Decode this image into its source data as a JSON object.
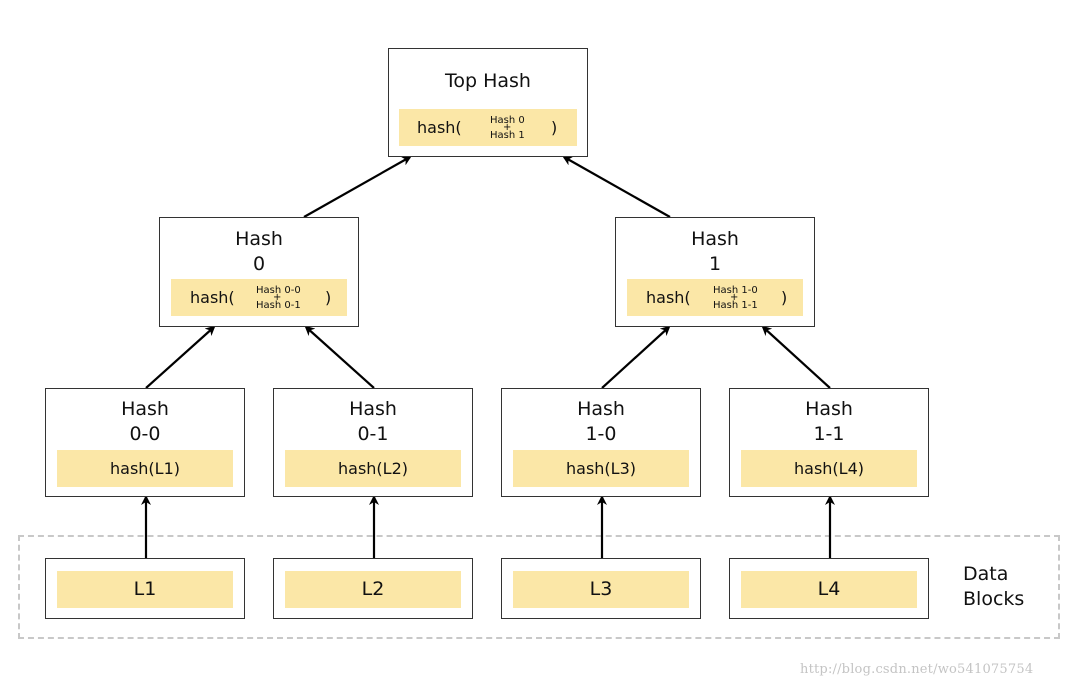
{
  "top": {
    "title": "Top Hash",
    "fn": "hash(",
    "a": "Hash 0",
    "plus": "+",
    "b": "Hash 1",
    "close": ")"
  },
  "h0": {
    "title1": "Hash",
    "title2": "0",
    "fn": "hash(",
    "a": "Hash 0-0",
    "plus": "+",
    "b": "Hash 0-1",
    "close": ")"
  },
  "h1": {
    "title1": "Hash",
    "title2": "1",
    "fn": "hash(",
    "a": "Hash 1-0",
    "plus": "+",
    "b": "Hash 1-1",
    "close": ")"
  },
  "leaves": [
    {
      "title1": "Hash",
      "title2": "0-0",
      "fn": "hash(L1)"
    },
    {
      "title1": "Hash",
      "title2": "0-1",
      "fn": "hash(L2)"
    },
    {
      "title1": "Hash",
      "title2": "1-0",
      "fn": "hash(L3)"
    },
    {
      "title1": "Hash",
      "title2": "1-1",
      "fn": "hash(L4)"
    }
  ],
  "blocks": [
    "L1",
    "L2",
    "L3",
    "L4"
  ],
  "data_blocks_label": {
    "line1": "Data",
    "line2": "Blocks"
  },
  "watermark": "http://blog.csdn.net/wo541075754",
  "colors": {
    "highlight": "#fbe7a7",
    "border": "#333333",
    "arrow": "#000000",
    "dashed": "#c8c8c8"
  }
}
